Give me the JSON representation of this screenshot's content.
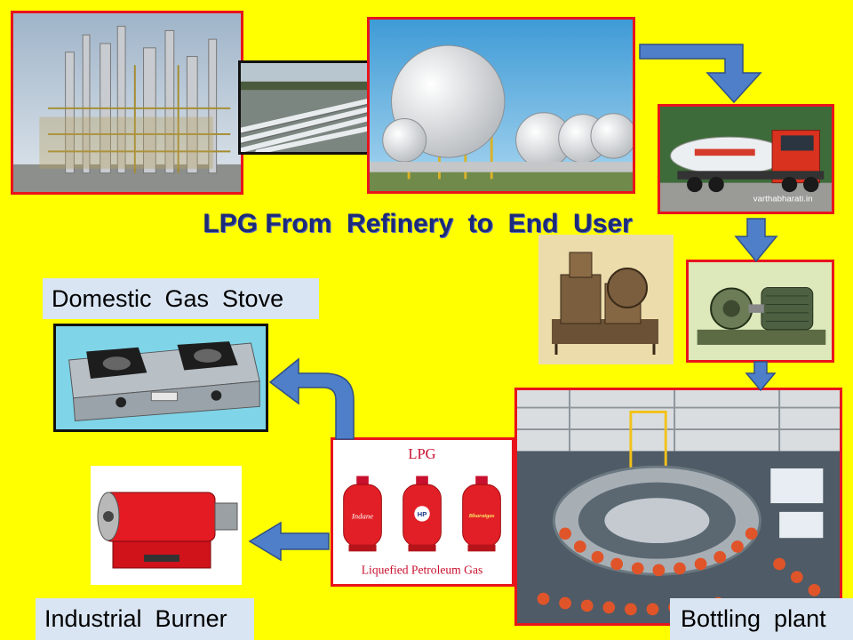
{
  "title": "LPG From  Refinery  to  End  User",
  "labels": {
    "stove": "Domestic  Gas  Stove",
    "burner": "Industrial  Burner",
    "bottling": "Bottling  plant"
  },
  "lpg_card": {
    "heading": "LPG",
    "caption": "Liquefied Petroleum Gas",
    "brands": [
      "Indane",
      "HP",
      "Bharatgas"
    ]
  },
  "tanker_watermark": "varthabharati.in"
}
